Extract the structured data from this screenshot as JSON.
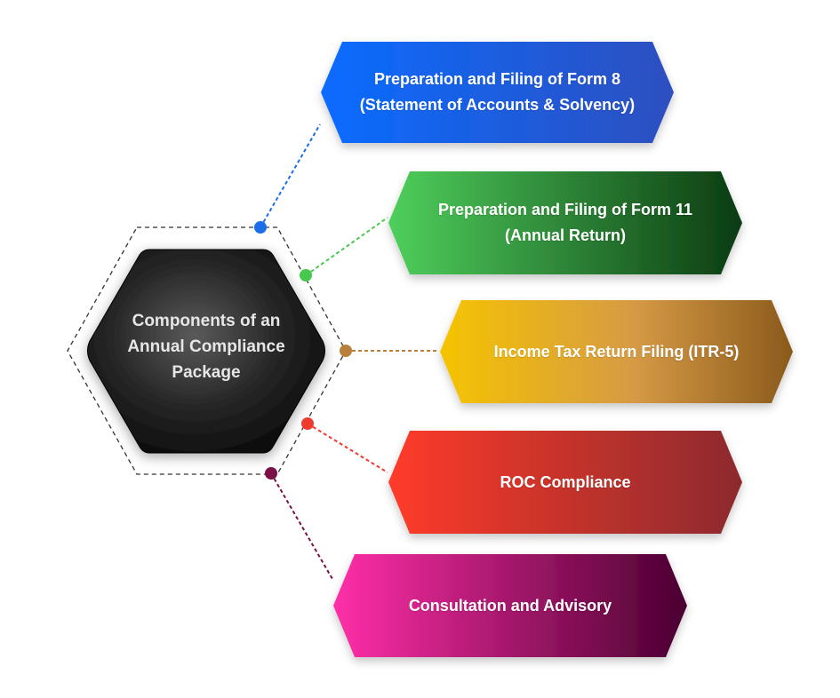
{
  "center": {
    "lines": [
      "Components of an",
      "Annual Compliance",
      "Package"
    ]
  },
  "items": [
    {
      "lines": [
        "Preparation and Filing of Form 8",
        "(Statement of Accounts & Solvency)"
      ],
      "color_start": "#0a6cff",
      "color_end": "#2e4fc0",
      "dot_color": "#1a6fe8"
    },
    {
      "lines": [
        "Preparation and Filing of Form 11",
        "(Annual Return)"
      ],
      "color_start": "#4fcf5c",
      "color_end": "#0c3b12",
      "dot_color": "#47c94f"
    },
    {
      "lines": [
        "Income Tax Return Filing (ITR-5)"
      ],
      "color_start": "#f5c400",
      "color_end": "#8a5a1c",
      "dot_color": "#b8803a"
    },
    {
      "lines": [
        "ROC Compliance"
      ],
      "color_start": "#ff3b2a",
      "color_end": "#8c2a2e",
      "dot_color": "#ee3b30"
    },
    {
      "lines": [
        "Consultation and Advisory"
      ],
      "color_start": "#ff2fa8",
      "color_end": "#4a0030",
      "dot_color": "#7a1048"
    }
  ]
}
